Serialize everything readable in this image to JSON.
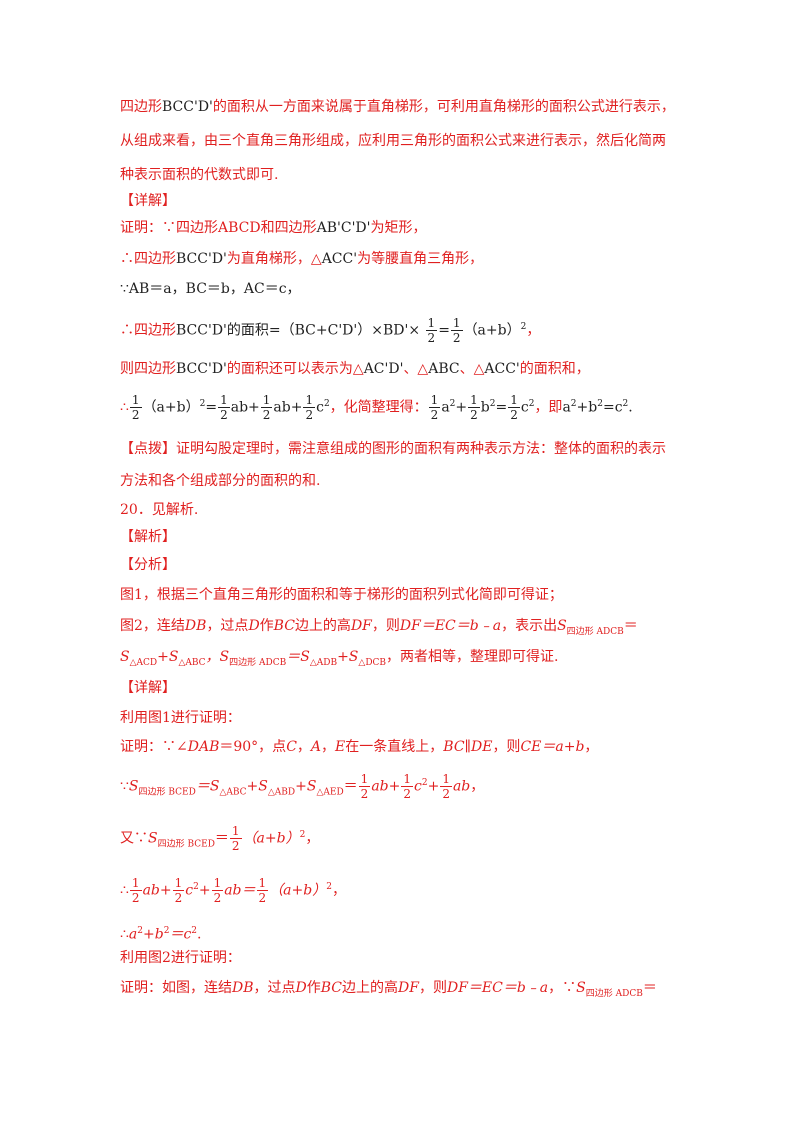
{
  "lines": [
    {
      "t": "四边形BCC'D'的面积从一方面来说属于直角梯形，可利用直角梯形的面积公式进行表示，"
    },
    {
      "t": "从组成来看，由三个直角三角形组成，应利用三角形的面积公式来进行表示，然后化简两"
    },
    {
      "t": "种表示面积的代数式即可."
    },
    {
      "t": "【详解】"
    },
    {
      "t": "证明：∵四边形ABCD和四边形AB'C'D'为矩形，"
    },
    {
      "t": "∴四边形BCC'D'为直角梯形，△ACC'为等腰直角三角形，"
    },
    {
      "t": "∵AB＝a，BC＝b，AC＝c，"
    },
    {
      "t": "∴四边形BCC'D'的面积=（BC+C'D'）×BD'×1/2=1/2（a+b）²，"
    },
    {
      "t": "则四边形BCC'D'的面积还可以表示为△AC'D'、△ABC、△ACC'的面积和，"
    },
    {
      "t": "∴1/2（a+b）²=1/2ab+1/2ab+1/2c²，化简整理得：1/2a²+1/2b²=1/2c²，即a²+b²=c²."
    },
    {
      "t": "【点拨】证明勾股定理时，需注意组成的图形的面积有两种表示方法：整体的面积的表示"
    },
    {
      "t": "方法和各个组成部分的面积的和."
    },
    {
      "t": "20．见解析."
    },
    {
      "t": "【解析】"
    },
    {
      "t": "【分析】"
    },
    {
      "t": "图1，根据三个直角三角形的面积和等于梯形的面积列式化简即可得证；"
    },
    {
      "t": "图2，连结DB，过点D作BC边上的高DF，则DF＝EC＝b﹣a，表示出S四边形ADCB＝"
    },
    {
      "t": "S△ACD+S△ABC，S四边形ADCB＝S△ADB+S△DCB，两者相等，整理即可得证."
    },
    {
      "t": "【详解】"
    },
    {
      "t": "利用图1进行证明："
    },
    {
      "t": "证明：∵∠DAB＝90°，点C，A，E在一条直线上，BC∥DE，则CE＝a+b，"
    },
    {
      "t": "∵S四边形BCED＝S△ABC+S△ABD+S△AED＝1/2ab+1/2c²+1/2ab，"
    },
    {
      "t": "又∵S四边形BCED＝1/2（a+b）²，"
    },
    {
      "t": "∴1/2ab+1/2c²+1/2ab＝1/2（a+b）²，"
    },
    {
      "t": "∴a²+b²＝c²."
    },
    {
      "t": "利用图2进行证明："
    },
    {
      "t": "证明：如图，连结DB，过点D作BC边上的高DF，则DF＝EC＝b﹣a，∵S四边形ADCB＝"
    }
  ],
  "texts": {
    "l0a": "四边形",
    "l0b": "BCC'D'",
    "l0c": "的面积从一方面来说属于直角梯形，可利用直角梯形的面积公式进行表示，",
    "l1": "从组成来看，由三个直角三角形组成，应利用三角形的面积公式来进行表示，然后化简两",
    "l2": "种表示面积的代数式即可.",
    "l3": "【详解】",
    "l4a": "证明：∵四边形",
    "l4b": "ABCD",
    "l4c": "和四边形",
    "l4d": "AB'C'D'",
    "l4e": "为矩形，",
    "l5a": "∴四边形",
    "l5b": "BCC'D'",
    "l5c": "为直角梯形，△",
    "l5d": "ACC'",
    "l5e": "为等腰直角三角形，",
    "l6": "∵AB＝a，BC＝b，AC＝c，",
    "l7a": "∴四边形",
    "l7b": "BCC'D'",
    "l7c": "的面积=（BC+C'D'）×BD'×",
    "l7d": "=",
    "l7e": "（a+b）",
    "l8a": "则四边形",
    "l8b": "BCC'D'",
    "l8c": "的面积还可以表示为△",
    "l8d": "AC'D'",
    "l8e": "、△",
    "l8f": "ABC",
    "l8g": "、△",
    "l8h": "ACC'",
    "l8i": "的面积和，",
    "l9a": "∴",
    "l9b": "（a+b）",
    "l9c": "=",
    "l9d": "ab+",
    "l9e": "ab+",
    "l9f": "c",
    "l9g": "，化简整理得：",
    "l9h": "a",
    "l9i": "+",
    "l9j": "b",
    "l9k": "=",
    "l9l": "c",
    "l9m": "，即",
    "l9n": "a",
    "l9o": "+b",
    "l9p": "=c",
    "l10": "【点拨】证明勾股定理时，需注意组成的图形的面积有两种表示方法：整体的面积的表示",
    "l11": "方法和各个组成部分的面积的和.",
    "l12": "20．见解析.",
    "l13": "【解析】",
    "l14": "【分析】",
    "l15": "图1，根据三个直角三角形的面积和等于梯形的面积列式化简即可得证；",
    "l16a": "图2，连结",
    "l16b": "DB",
    "l16c": "，过点",
    "l16d": "D",
    "l16e": "作",
    "l16f": "BC",
    "l16g": "边上的高",
    "l16h": "DF",
    "l16i": "，则",
    "l16j": "DF＝EC＝b﹣a",
    "l16k": "，表示出",
    "l16l": "S",
    "l16m": "四边形 ADCB",
    "l16n": "＝",
    "l17a": "S",
    "l17b": "△ACD",
    "l17c": "+S",
    "l17d": "△ABC",
    "l17e": "，S",
    "l17f": "四边形 ADCB",
    "l17g": "＝S",
    "l17h": "△ADB",
    "l17i": "+S",
    "l17j": "△DCB",
    "l17k": "，两者相等，整理即可得证.",
    "l18": "【详解】",
    "l19": "利用图1进行证明：",
    "l20a": "证明：∵∠",
    "l20b": "DAB",
    "l20c": "＝90°，点",
    "l20d": "C",
    "l20e": "，",
    "l20f": "A",
    "l20g": "，",
    "l20h": "E",
    "l20i": "在一条直线上，",
    "l20j": "BC∥DE",
    "l20k": "，则",
    "l20l": "CE＝a+b",
    "l20m": "，",
    "l21a": "∵",
    "l21b": "S",
    "l21c": "四边形 BCED",
    "l21d": "＝S",
    "l21e": "△ABC",
    "l21f": "+S",
    "l21g": "△ABD",
    "l21h": "+S",
    "l21i": "△AED",
    "l21j": "＝",
    "l21k": "ab+",
    "l21l": "c",
    "l21m": "+",
    "l21n": "ab",
    "l21o": "，",
    "l22a": "又∵",
    "l22b": "S",
    "l22c": "四边形 BCED",
    "l22d": "＝",
    "l22e": "（a+b）",
    "l22f": "，",
    "l23a": "∴",
    "l23b": "ab+",
    "l23c": "c",
    "l23d": "+",
    "l23e": "ab＝",
    "l23f": "（a+b）",
    "l23g": "，",
    "l24a": "∴",
    "l24b": "a",
    "l24c": "+b",
    "l24d": "＝c",
    "l24e": ".",
    "l25": "利用图2进行证明：",
    "l26a": "证明：如图，连结",
    "l26b": "DB",
    "l26c": "，过点",
    "l26d": "D",
    "l26e": "作",
    "l26f": "BC",
    "l26g": "边上的高",
    "l26h": "DF",
    "l26i": "，则",
    "l26j": "DF＝EC＝b﹣a",
    "l26k": "，∵",
    "l26l": "S",
    "l26m": "四边形 ADCB",
    "l26n": "＝",
    "one": "1",
    "two": "2",
    "sq": "2"
  }
}
